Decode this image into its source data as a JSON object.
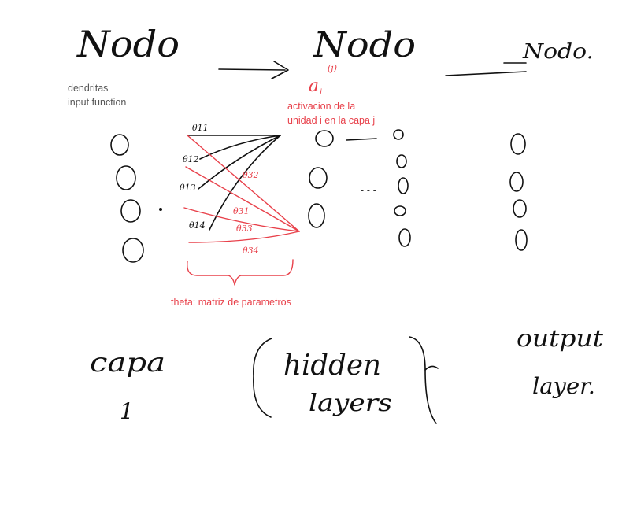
{
  "colors": {
    "ink": "#111111",
    "red": "#e8404a",
    "gray": "#555555"
  },
  "handwritten": {
    "nodo_1": "Nodo",
    "nodo_2": "Nodo",
    "nodo_3": "Nodo.",
    "superscript_j": "(j)",
    "activation_symbol": "a",
    "activation_subscript": "i",
    "theta_11": "θ11",
    "theta_12": "θ12",
    "theta_13": "θ13",
    "theta_14": "θ14",
    "theta_31": "θ31",
    "theta_32": "θ32",
    "theta_33": "θ33",
    "theta_34": "θ34",
    "ellipsis": "- - -",
    "capa": "capa",
    "capa_number": "1",
    "hidden": "hidden",
    "layers": "layers",
    "output": "output",
    "output_layer": "layer."
  },
  "typed": {
    "dendritas": "dendritas",
    "input_function": "input function",
    "activation_line1": "activacion de la",
    "activation_line2": "unidad i en la capa j",
    "theta_caption": "theta: matriz de parametros"
  }
}
